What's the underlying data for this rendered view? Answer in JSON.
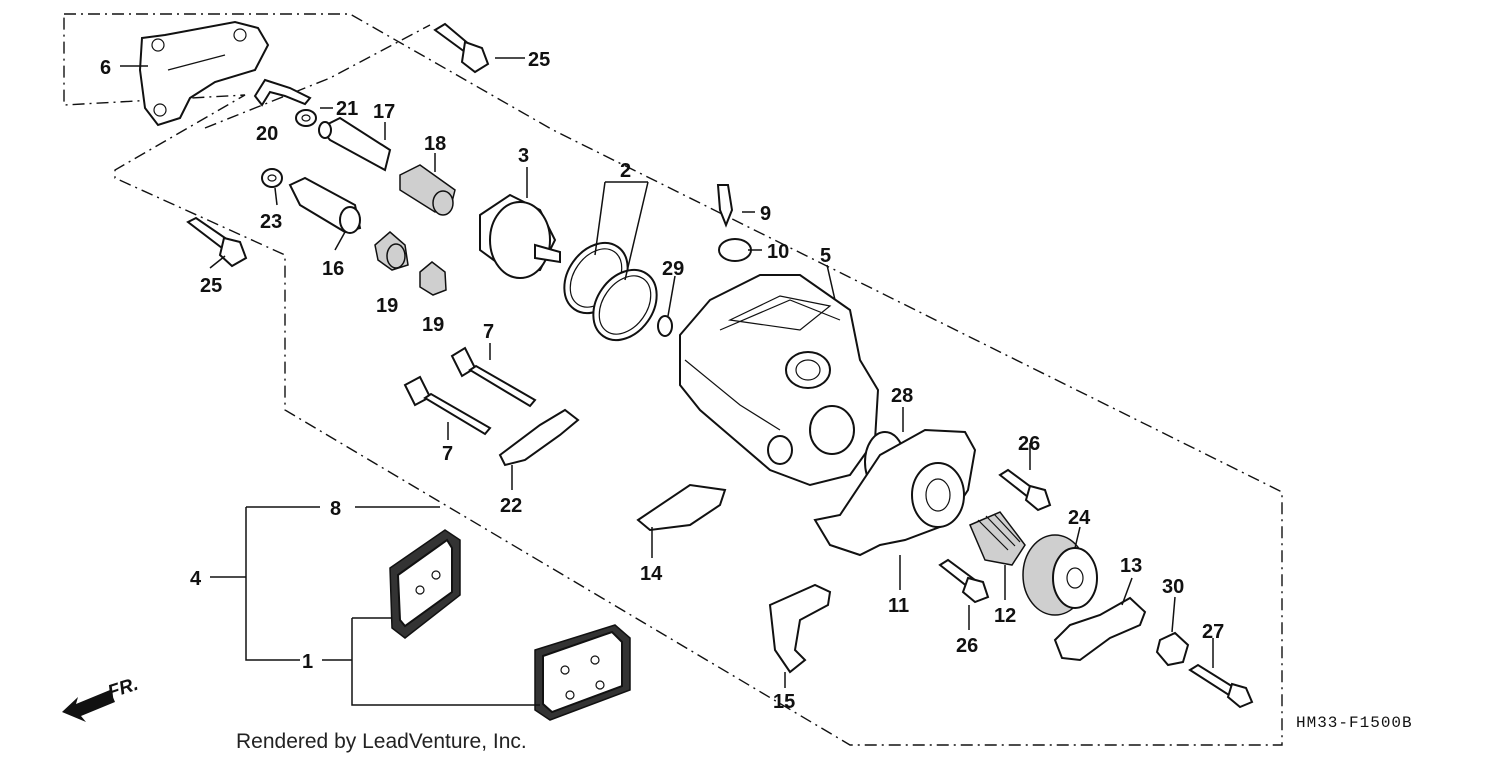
{
  "diagram": {
    "callouts": [
      "1",
      "2",
      "3",
      "4",
      "5",
      "6",
      "7",
      "7",
      "8",
      "9",
      "10",
      "11",
      "12",
      "13",
      "14",
      "15",
      "16",
      "17",
      "18",
      "19",
      "19",
      "20",
      "21",
      "22",
      "23",
      "24",
      "25",
      "25",
      "26",
      "26",
      "27",
      "28",
      "29",
      "30"
    ],
    "direction_label": "FR.",
    "credit": "Rendered by LeadVenture, Inc.",
    "part_code": "HM33-F1500B"
  }
}
